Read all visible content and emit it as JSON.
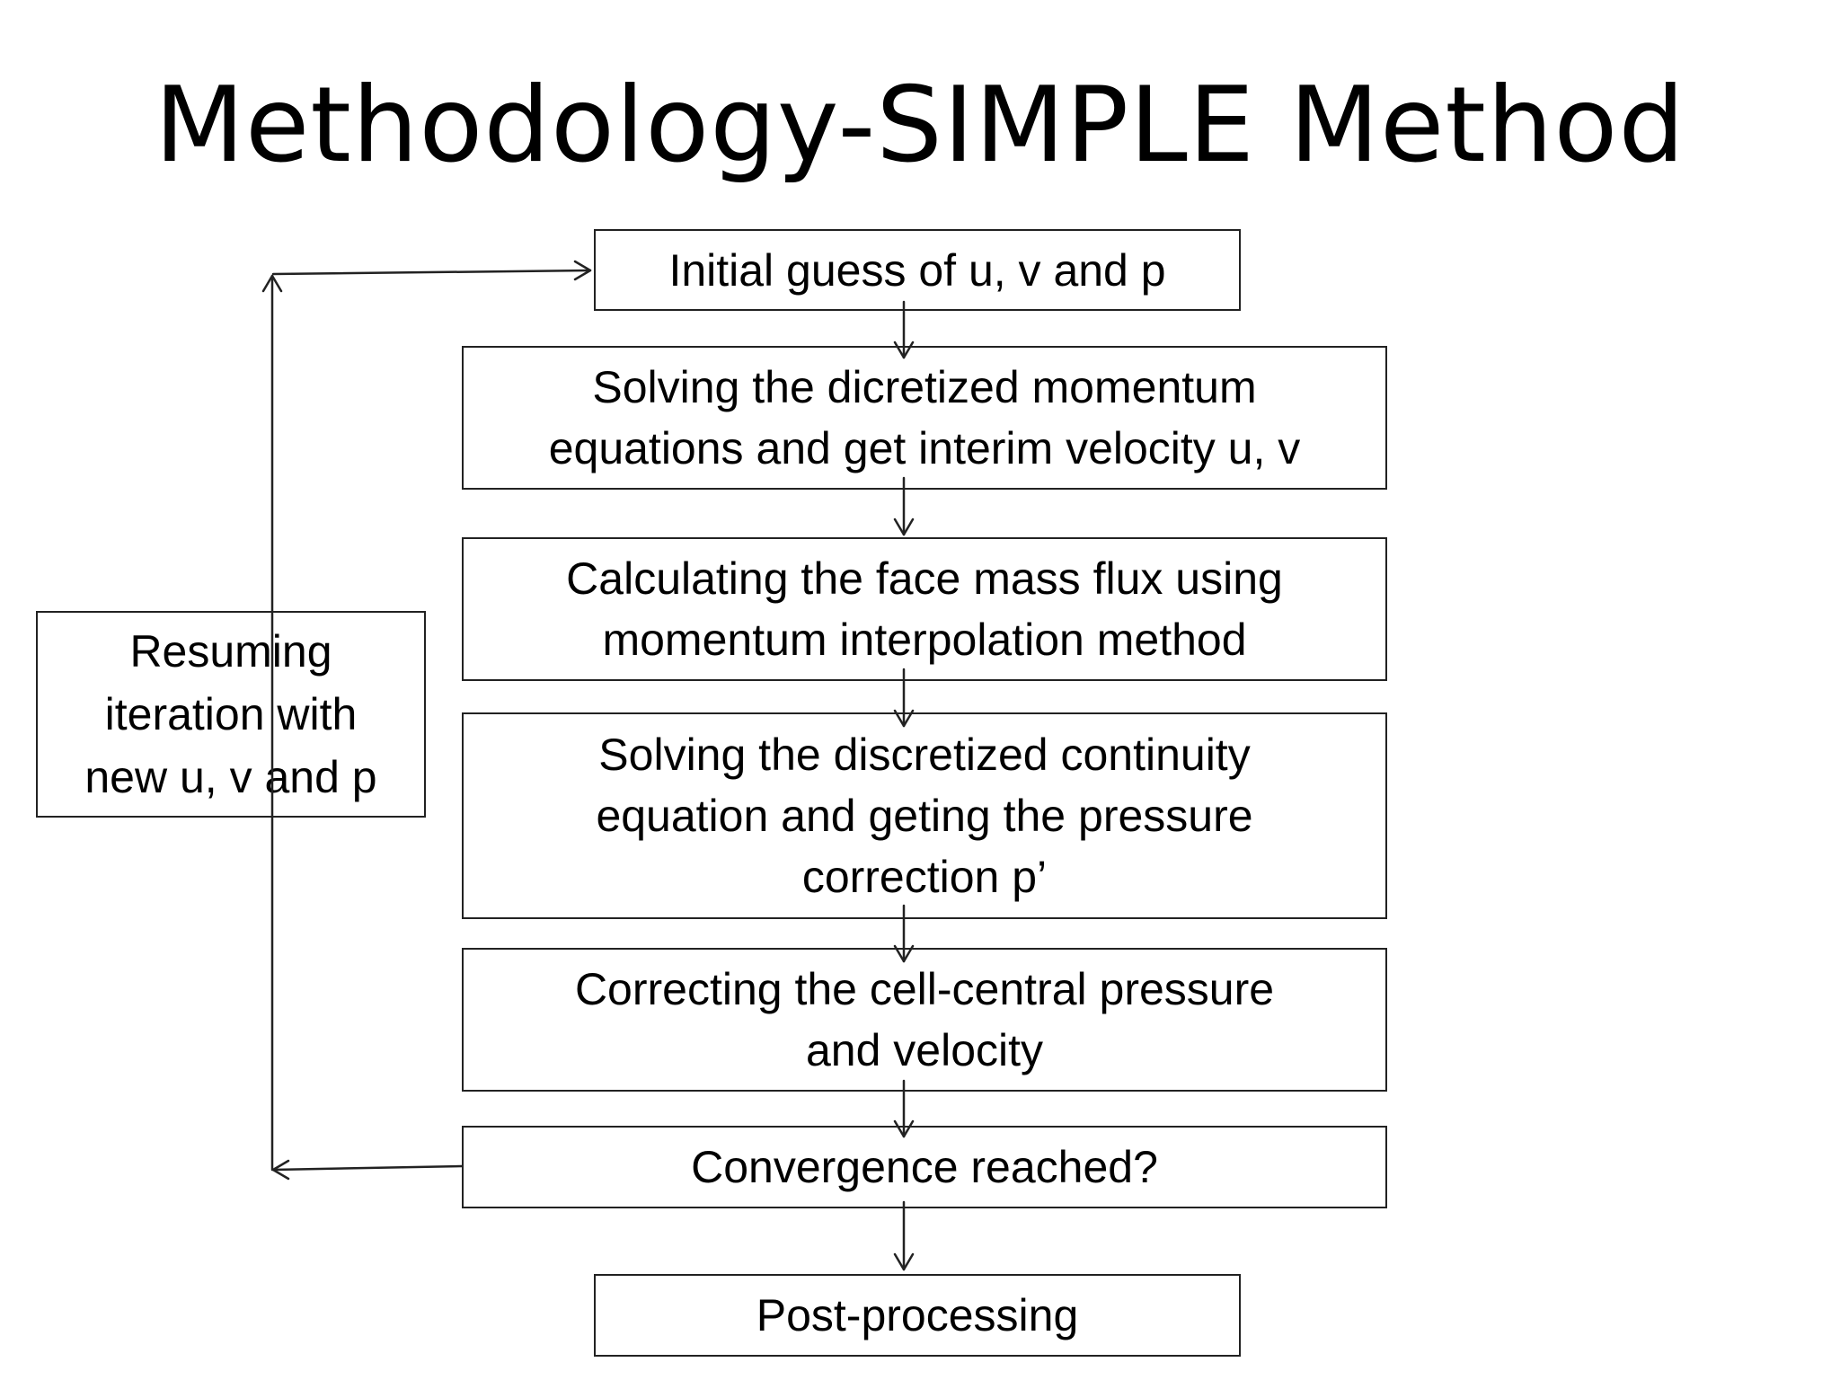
{
  "title": "Methodology-SIMPLE Method",
  "steps": {
    "initial_guess": "Initial guess of u, v and p",
    "solve_momentum": "Solving the dicretized momentum\nequations and get interim velocity u, v",
    "face_mass_flux": "Calculating the face mass flux using\nmomentum interpolation method",
    "solve_continuity": "Solving the discretized continuity\nequation and geting the pressure\ncorrection p’",
    "correct_pressure": "Correcting the cell-central pressure\nand velocity",
    "convergence": "Convergence reached?",
    "post_processing": "Post-processing"
  },
  "loop_label": "Resuming\niteration with\nnew u, v and p",
  "colors": {
    "line": "#222222",
    "background": "#ffffff"
  }
}
